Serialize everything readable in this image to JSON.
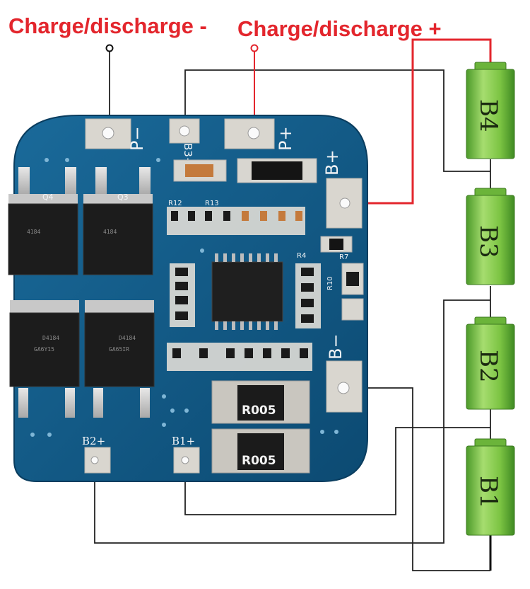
{
  "labels": {
    "charge_minus": "Charge/discharge -",
    "charge_plus": "Charge/discharge +"
  },
  "board_pads": {
    "p_minus": "P−",
    "p_plus": "P+",
    "b3_plus": "B3+",
    "b_plus": "B+",
    "b_minus": "B−",
    "b2_plus": "B2+",
    "b1_plus": "B1+"
  },
  "components": {
    "sense_resistor_top": "R005",
    "sense_resistor_bottom": "R005",
    "q4": "Q4",
    "q3": "Q3",
    "mosfet_marking_top_1": "D4184",
    "mosfet_marking_top_2": "GA6Y15",
    "mosfet_marking_bottom_1": "D4184",
    "mosfet_marking_bottom_2": "GA65IR",
    "r12": "R12",
    "r13": "R13",
    "r7": "R7",
    "r10": "R10",
    "r4": "R4"
  },
  "batteries": [
    {
      "label": "B4"
    },
    {
      "label": "B3"
    },
    {
      "label": "B2"
    },
    {
      "label": "B1"
    }
  ],
  "colors": {
    "charge_wire": "#e3262d",
    "signal_wire": "#222222",
    "pcb": "#0f5582",
    "pad": "#d9d6cf",
    "battery": "#7cc443"
  }
}
